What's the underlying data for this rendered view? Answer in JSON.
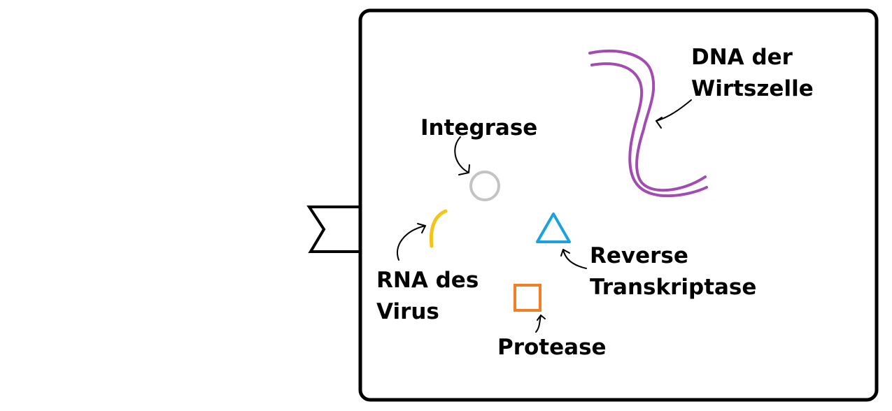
{
  "diagram": {
    "description": "Virus particle schematic with enzymes and host-cell DNA",
    "labels": {
      "dna": [
        "DNA der",
        "Wirtszelle"
      ],
      "integrase": "Integrase",
      "rna": [
        "RNA des",
        "Virus"
      ],
      "reverse_transcriptase": [
        "Reverse",
        "Transkriptase"
      ],
      "protease": "Protease"
    },
    "colors": {
      "outline": "#000000",
      "dna": "#a24bb0",
      "integrase": "#c3c3c3",
      "rna": "#f5c31a",
      "reverse_transcriptase": "#1aa1e0",
      "protease": "#f27f27",
      "arrow": "#000000"
    }
  }
}
